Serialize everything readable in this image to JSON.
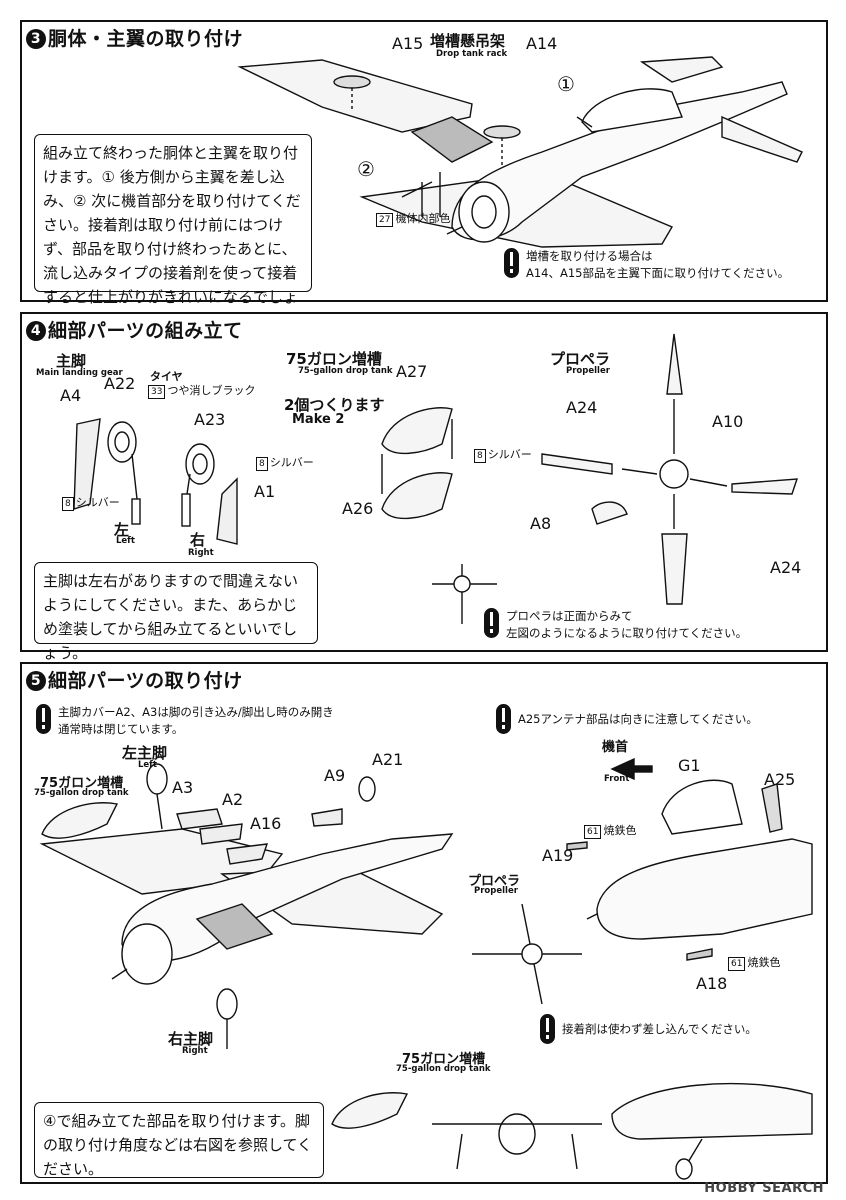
{
  "step3": {
    "number": "3",
    "title": "胴体・主翼の取り付け",
    "instructions": "組み立て終わった胴体と主翼を取り付けます。① 後方側から主翼を差し込み、② 次に機首部分を取り付けてください。接着剤は取り付け前にはつけず、部品を取り付け終わったあとに、流し込みタイプの接着剤を使って接着すると仕上がりがきれいになるでしょう。",
    "labels": {
      "a15": "A15",
      "rack_jp": "増槽懸吊架",
      "rack_en": "Drop tank rack",
      "a14": "A14",
      "circle1": "①",
      "circle2": "②"
    },
    "paint": {
      "code": "27",
      "name": "機体内部色"
    },
    "warning": {
      "line1": "増槽を取り付ける場合は",
      "line2": "A14、A15部品を主翼下面に取り付けてください。"
    }
  },
  "step4": {
    "number": "4",
    "title": "細部パーツの組み立て",
    "main_gear_jp": "主脚",
    "main_gear_en": "Main landing gear",
    "tire_jp": "タイヤ",
    "paint_flat_black": {
      "code": "33",
      "name": "つや消しブラック"
    },
    "paint_silver": {
      "code": "8",
      "name": "シルバー"
    },
    "parts": {
      "a4": "A4",
      "a22": "A22",
      "a23": "A23",
      "a1": "A1",
      "a27": "A27",
      "a26": "A26",
      "a24": "A24",
      "a10": "A10",
      "a8": "A8"
    },
    "left_jp": "左",
    "left_en": "Left",
    "right_jp": "右",
    "right_en": "Right",
    "tank_jp": "75ガロン増槽",
    "tank_en": "75-gallon drop tank",
    "make2_jp": "2個つくります",
    "make2_en": "Make 2",
    "propeller_jp": "プロペラ",
    "propeller_en": "Propeller",
    "note": "主脚は左右がありますので間違えないようにしてください。また、あらかじめ塗装してから組み立てるといいでしょう。",
    "warning": {
      "line1": "プロペラは正面からみて",
      "line2": "左図のようになるように取り付けてください。"
    }
  },
  "step5": {
    "number": "5",
    "title": "細部パーツの取り付け",
    "warning_left": {
      "line1": "主脚カバーA2、A3は脚の引き込み/脚出し時のみ開き",
      "line2": "通常時は閉じています。"
    },
    "warning_right": "A25アンテナ部品は向きに注意してください。",
    "left_gear_jp": "左主脚",
    "left_gear_en": "Left",
    "right_gear_jp": "右主脚",
    "right_gear_en": "Right",
    "tank_jp": "75ガロン増槽",
    "tank_en": "75-gallon drop tank",
    "parts": {
      "a3": "A3",
      "a2": "A2",
      "a16": "A16",
      "a9": "A9",
      "a21": "A21",
      "g1": "G1",
      "a25": "A25",
      "a19": "A19",
      "a18": "A18"
    },
    "nose_jp": "機首",
    "nose_en": "Front",
    "paint_burnt_iron": {
      "code": "61",
      "name": "焼鉄色"
    },
    "propeller_jp": "プロペラ",
    "propeller_en": "Propeller",
    "warning_glue": "接着剤は使わず差し込んでください。",
    "note": "④で組み立てた部品を取り付けます。脚の取り付け角度などは右図を参照してください。"
  },
  "watermark": "HOBBY SEARCH"
}
